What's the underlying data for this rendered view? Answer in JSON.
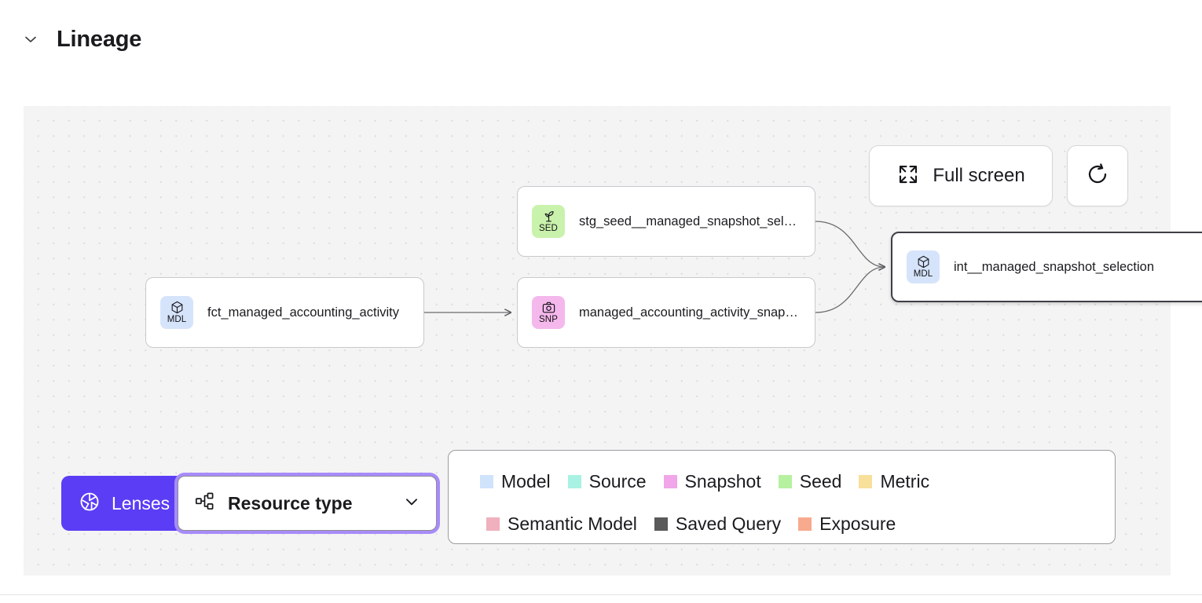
{
  "header": {
    "title": "Lineage",
    "collapse_icon": "chevron-down-icon"
  },
  "canvas": {
    "controls": {
      "fullscreen_label": "Full screen",
      "fullscreen_icon": "expand-arrows-icon",
      "refresh_icon": "refresh-icon"
    },
    "nodes": [
      {
        "id": "fct_managed_accounting_activity",
        "label": "fct_managed_accounting_activity",
        "type": "Model",
        "badge_label": "MDL",
        "badge_icon": "cube-icon",
        "badge_color": "#d6e4fb",
        "selected": false
      },
      {
        "id": "stg_seed__managed_snapshot_selection",
        "label": "stg_seed__managed_snapshot_selecti...",
        "type": "Seed",
        "badge_label": "SED",
        "badge_icon": "sprout-icon",
        "badge_color": "#c9f2ac",
        "selected": false
      },
      {
        "id": "managed_accounting_activity_snapshot",
        "label": "managed_accounting_activity_snapshot",
        "type": "Snapshot",
        "badge_label": "SNP",
        "badge_icon": "camera-icon",
        "badge_color": "#f5b8ec",
        "selected": false
      },
      {
        "id": "int__managed_snapshot_selection",
        "label": "int__managed_snapshot_selection",
        "type": "Model",
        "badge_label": "MDL",
        "badge_icon": "cube-icon",
        "badge_color": "#d6e4fb",
        "selected": true
      }
    ]
  },
  "toolbar": {
    "lenses_label": "Lenses",
    "lenses_icon": "aperture-icon",
    "lenses_color": "#5b3df5",
    "resource_type_label": "Resource type",
    "resource_type_icon": "hierarchy-icon",
    "resource_type_chevron": "chevron-down-icon",
    "focus_ring_color": "#a78bfa"
  },
  "legend": {
    "row1": [
      {
        "label": "Model",
        "color": "#cfe3fb"
      },
      {
        "label": "Source",
        "color": "#a9f2e3"
      },
      {
        "label": "Snapshot",
        "color": "#f0a6e8"
      },
      {
        "label": "Seed",
        "color": "#b6f1a0"
      },
      {
        "label": "Metric",
        "color": "#f8e09a"
      }
    ],
    "row2": [
      {
        "label": "Semantic Model",
        "color": "#f0b0bd"
      },
      {
        "label": "Saved Query",
        "color": "#5a5a5a"
      },
      {
        "label": "Exposure",
        "color": "#f7aa8e"
      }
    ]
  }
}
